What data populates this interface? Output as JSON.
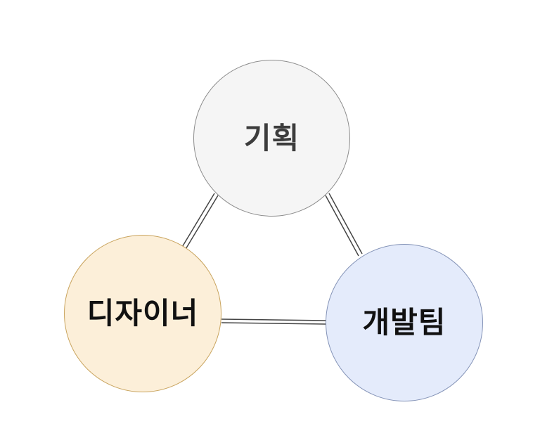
{
  "diagram": {
    "nodes": [
      {
        "id": "planning",
        "label": "기획",
        "fill": "#f5f5f5",
        "border": "#8c8c8c"
      },
      {
        "id": "designer",
        "label": "디자이너",
        "fill": "#fcefd9",
        "border": "#c9a45e"
      },
      {
        "id": "dev",
        "label": "개발팀",
        "fill": "#e4ebfb",
        "border": "#8493b7"
      }
    ],
    "edges": [
      {
        "from": "planning",
        "to": "designer",
        "style": "double-line"
      },
      {
        "from": "planning",
        "to": "dev",
        "style": "double-line"
      },
      {
        "from": "designer",
        "to": "dev",
        "style": "double-line"
      }
    ],
    "line_color": "#444444"
  }
}
